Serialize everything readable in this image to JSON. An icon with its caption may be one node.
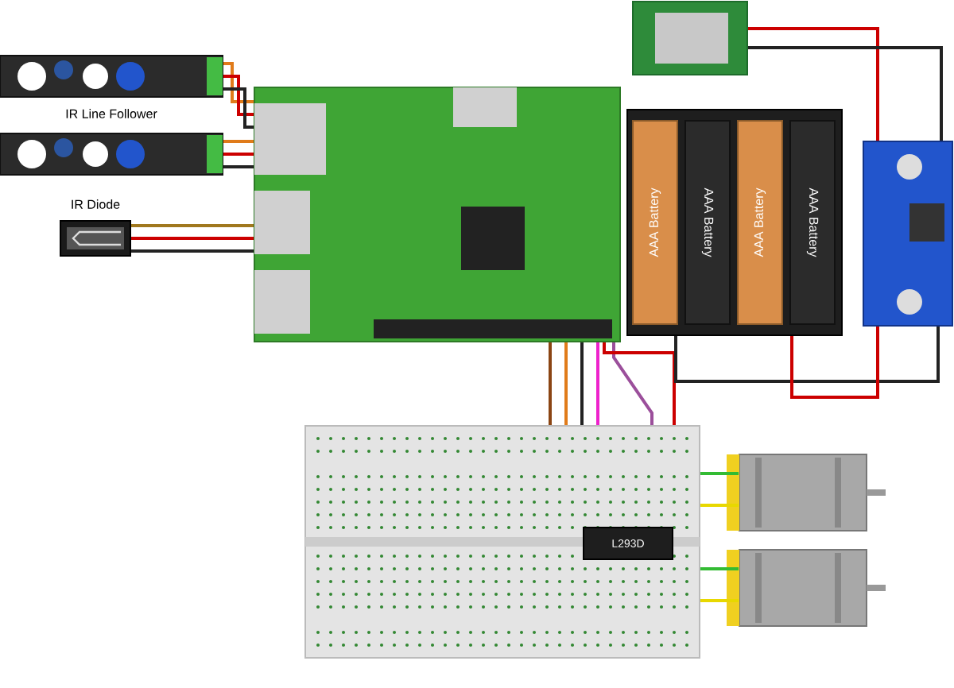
{
  "diagram": {
    "nodes": [
      {
        "text": [],
        "shape": "picture",
        "beside": [
          "IR Line Follower"
        ]
      },
      {
        "text": [],
        "shape": "picture"
      },
      {
        "text": [],
        "shape": "picture",
        "beside": [
          "IR Diode"
        ]
      },
      {
        "text": [],
        "shape": "picture"
      },
      {
        "text": [],
        "shape": "picture"
      },
      {
        "text": [],
        "shape": "picture"
      },
      {
        "text": [
          "AAA Battery"
        ],
        "in": 5
      },
      {
        "text": [
          "AAA Battery"
        ],
        "in": 5
      },
      {
        "text": [
          "AAA Battery"
        ],
        "in": 5
      },
      {
        "text": [
          "AAA Battery"
        ],
        "in": 5
      },
      {
        "text": [],
        "shape": "picture"
      },
      {
        "text": [],
        "shape": "picture"
      },
      {
        "text": [
          "L293D"
        ],
        "in": 11
      },
      {
        "text": [],
        "shape": "picture"
      },
      {
        "text": [],
        "shape": "picture"
      }
    ],
    "edges": [
      {
        "from": 0,
        "to": 3,
        "arrow": "none",
        "color": "#e07b1a"
      },
      {
        "from": 0,
        "to": 3,
        "arrow": "none",
        "color": "#cc0000"
      },
      {
        "from": 0,
        "to": 3,
        "arrow": "none",
        "color": "#222222"
      },
      {
        "from": 1,
        "to": 3,
        "arrow": "none",
        "color": "#e07b1a"
      },
      {
        "from": 1,
        "to": 3,
        "arrow": "none",
        "color": "#cc0000"
      },
      {
        "from": 1,
        "to": 3,
        "arrow": "none",
        "color": "#222222"
      },
      {
        "from": 2,
        "to": 3,
        "arrow": "none",
        "color": "#a0781e"
      },
      {
        "from": 2,
        "to": 3,
        "arrow": "none",
        "color": "#cc0000"
      },
      {
        "from": 2,
        "to": 3,
        "arrow": "none",
        "color": "#222222"
      },
      {
        "from": 3,
        "to": 11,
        "arrow": "none",
        "color": "#8b4513"
      },
      {
        "from": 3,
        "to": 11,
        "arrow": "none",
        "color": "#e07b1a"
      },
      {
        "from": 3,
        "to": 11,
        "arrow": "none",
        "color": "#222222"
      },
      {
        "from": 3,
        "to": 11,
        "arrow": "none",
        "color": "#ee22cc"
      },
      {
        "from": 3,
        "to": 11,
        "arrow": "none",
        "color": "#9b4f9b"
      },
      {
        "from": 3,
        "to": 11,
        "arrow": "none",
        "color": "#cc0000"
      },
      {
        "from": 5,
        "to": 10,
        "arrow": "none",
        "color": "#222222"
      },
      {
        "from": 5,
        "to": 10,
        "arrow": "none",
        "color": "#cc0000"
      },
      {
        "from": 10,
        "to": 4,
        "arrow": "none",
        "color": "#cc0000"
      },
      {
        "from": 10,
        "to": 4,
        "arrow": "none",
        "color": "#222222"
      },
      {
        "from": 11,
        "to": 13,
        "arrow": "none",
        "color": "#33bb33"
      },
      {
        "from": 11,
        "to": 13,
        "arrow": "none",
        "color": "#e8d800"
      },
      {
        "from": 11,
        "to": 14,
        "arrow": "none",
        "color": "#33bb33"
      },
      {
        "from": 11,
        "to": 14,
        "arrow": "none",
        "color": "#e8d800"
      }
    ]
  }
}
